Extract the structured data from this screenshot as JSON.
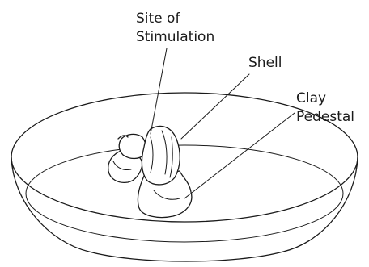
{
  "labels": {
    "site_of_stimulation": [
      "Site of",
      "Stimulation"
    ],
    "shell": "Shell",
    "clay_pedestal": [
      "Clay",
      "Pedestal"
    ]
  },
  "colors": {
    "ink": "#1a1a1a",
    "background": "#ffffff"
  }
}
